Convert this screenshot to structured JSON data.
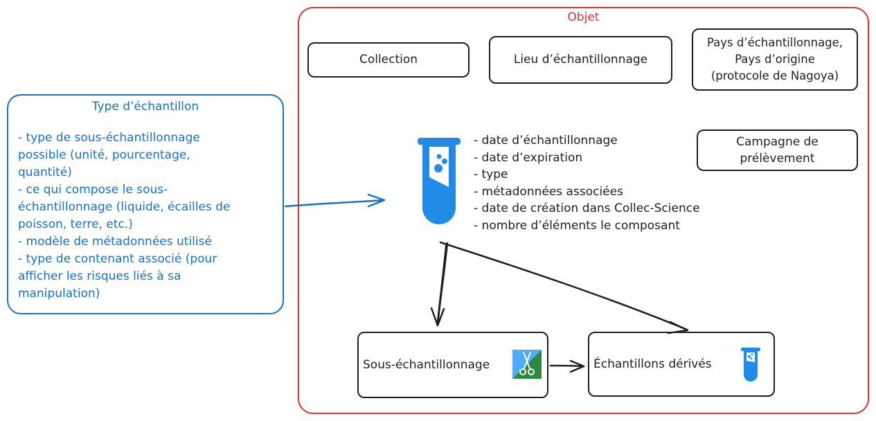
{
  "objet": {
    "title": "Objet"
  },
  "collection": {
    "label": "Collection"
  },
  "lieu": {
    "label": "Lieu d’échantillonnage"
  },
  "pays": {
    "lines": [
      "Pays d’échantillonnage,",
      "Pays d’origine",
      "(protocole de Nagoya)"
    ]
  },
  "campagne": {
    "lines": [
      "Campagne de",
      "prélèvement"
    ]
  },
  "attributes": [
    "- date d’échantillonnage",
    "- date d’expiration",
    "- type",
    "- métadonnées associées",
    "- date de création dans Collec-Science",
    "- nombre d’éléments le composant"
  ],
  "type_echantillon": {
    "title": "Type d’échantillon",
    "lines": [
      "- type de sous-échantillonnage",
      "possible (unité, pourcentage,",
      "quantité)",
      "- ce qui compose le sous-",
      "échantillonnage (liquide, écailles de",
      "poisson, terre, etc.)",
      "- modèle de métadonnées utilisé",
      "- type de contenant associé (pour",
      "afficher les risques liés à sa",
      "manipulation)"
    ]
  },
  "sous_echantillonnage": {
    "label": "Sous-échantillonnage"
  },
  "derives": {
    "label": "Échantillons dérivés"
  },
  "colors": {
    "objet_frame": "#e03131",
    "type_box": "#1971c2",
    "tube": "#228be6",
    "scissors_green": "#2b8a3e",
    "scissors_blue": "#4dabf7",
    "stroke": "#1e1e1e"
  },
  "icons": {
    "sample": "test-tube-icon",
    "subsample": "scissors-icon",
    "derived": "small-test-tube-icon"
  }
}
